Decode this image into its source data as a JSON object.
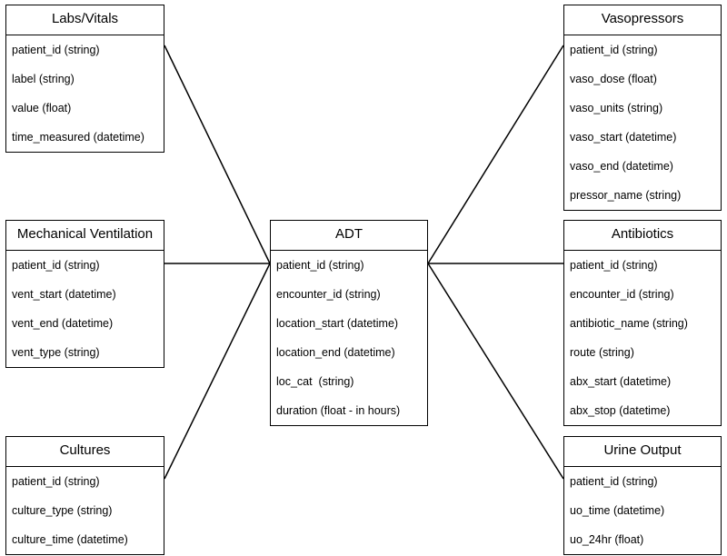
{
  "entities": {
    "labs": {
      "title": "Labs/Vitals",
      "fields": [
        "patient_id (string)",
        "label (string)",
        "value (float)",
        "time_measured (datetime)"
      ]
    },
    "mv": {
      "title": "Mechanical Ventilation",
      "fields": [
        "patient_id (string)",
        "vent_start (datetime)",
        "vent_end (datetime)",
        "vent_type (string)"
      ]
    },
    "cult": {
      "title": "Cultures",
      "fields": [
        "patient_id (string)",
        "culture_type (string)",
        "culture_time (datetime)"
      ]
    },
    "adt": {
      "title": "ADT",
      "fields": [
        "patient_id (string)",
        "encounter_id (string)",
        "location_start (datetime)",
        "location_end (datetime)",
        "loc_cat  (string)",
        "duration (float - in hours)"
      ]
    },
    "vaso": {
      "title": "Vasopressors",
      "fields": [
        "patient_id (string)",
        "vaso_dose (float)",
        "vaso_units (string)",
        "vaso_start (datetime)",
        "vaso_end (datetime)",
        "pressor_name (string)"
      ]
    },
    "abx": {
      "title": "Antibiotics",
      "fields": [
        "patient_id (string)",
        "encounter_id (string)",
        "antibiotic_name (string)",
        "route (string)",
        "abx_start (datetime)",
        "abx_stop (datetime)"
      ]
    },
    "urine": {
      "title": "Urine Output",
      "fields": [
        "patient_id (string)",
        "uo_time (datetime)",
        "uo_24hr (float)"
      ]
    }
  },
  "relationships": [
    {
      "from": "labs",
      "to": "adt"
    },
    {
      "from": "mv",
      "to": "adt"
    },
    {
      "from": "cult",
      "to": "adt"
    },
    {
      "from": "vaso",
      "to": "adt"
    },
    {
      "from": "abx",
      "to": "adt"
    },
    {
      "from": "urine",
      "to": "adt"
    }
  ]
}
